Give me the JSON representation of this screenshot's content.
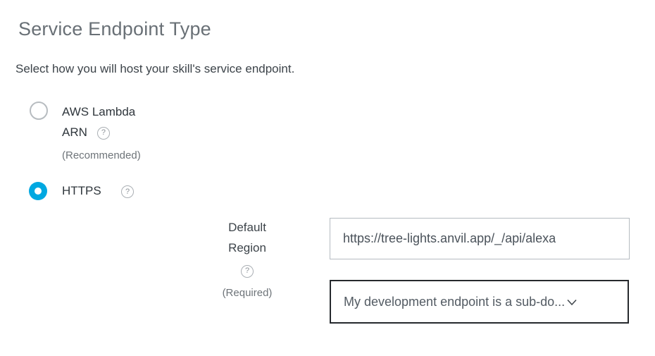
{
  "section": {
    "title": "Service Endpoint Type",
    "subtitle": "Select how you will host your skill's service endpoint."
  },
  "options": {
    "aws_lambda": {
      "label": "AWS Lambda ARN",
      "note": "(Recommended)",
      "selected": false
    },
    "https": {
      "label": "HTTPS",
      "selected": true
    }
  },
  "region_row": {
    "label": "Default Region",
    "note": "(Required)",
    "endpoint_url": "https://tree-lights.anvil.app/_/api/alexa",
    "ssl_option_selected": "My development endpoint is a sub-do..."
  },
  "icons": {
    "help_glyph": "?"
  },
  "colors": {
    "accent_blue": "#00a8e1",
    "select_border": "#26292d"
  }
}
